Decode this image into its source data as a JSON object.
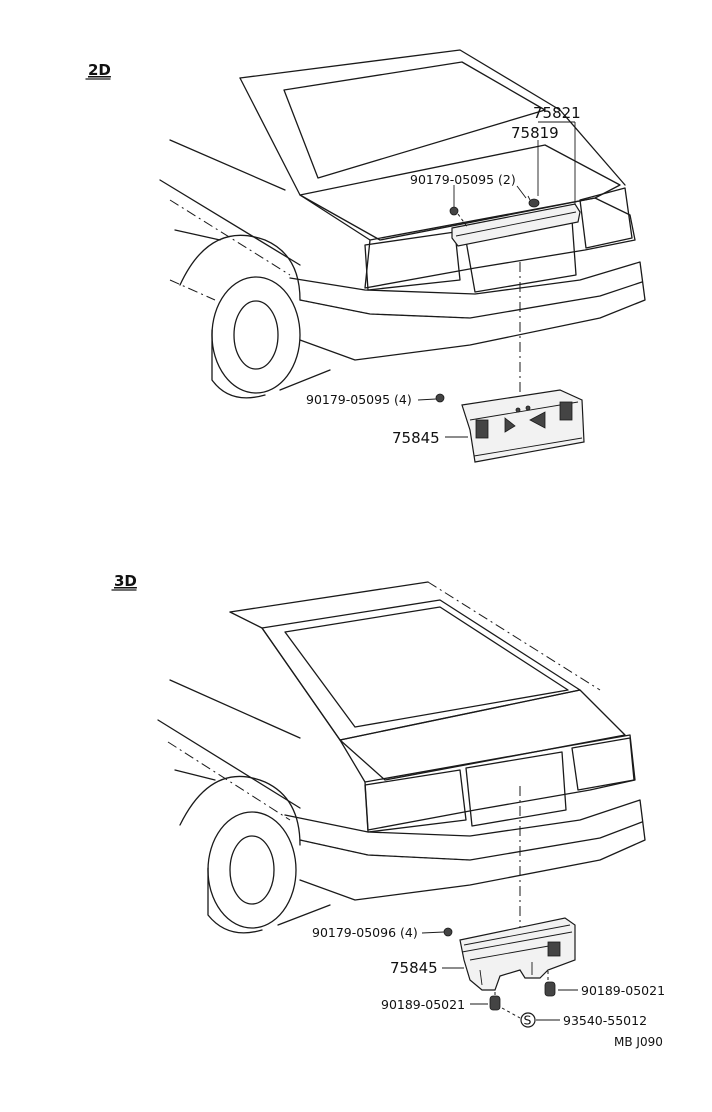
{
  "sections": [
    {
      "tag": "2D",
      "labels": {
        "molding_outer": "75821",
        "molding_inner": "75819",
        "clip_upper": "90179-05095 (2)",
        "clip_lower": "90179-05095 (4)",
        "bracket": "75845"
      }
    },
    {
      "tag": "3D",
      "labels": {
        "clip": "90179-05096 (4)",
        "bracket": "75845",
        "nut_right": "90189-05021",
        "nut_left": "90189-05021",
        "screw_symbol": "S",
        "screw": "93540-55012"
      }
    }
  ],
  "footer_code": "MB  J090"
}
